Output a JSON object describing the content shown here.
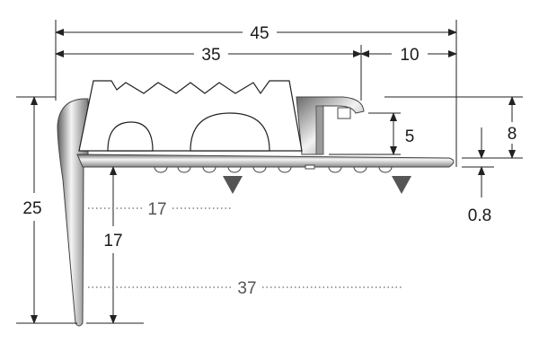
{
  "dimensions": {
    "overall_width": "45",
    "tread_width": "35",
    "nose_width": "10",
    "total_height": "25",
    "tread_height": "8",
    "channel_depth": "5",
    "thickness": "0.8",
    "nose_leg_height": "17",
    "hole_depth": "17",
    "hole_spacing": "37"
  },
  "colors": {
    "profile_dark": "#6d6d6d",
    "profile_light": "#f2f2f2",
    "insert_fill": "#ffffff",
    "marker": "#555555"
  }
}
